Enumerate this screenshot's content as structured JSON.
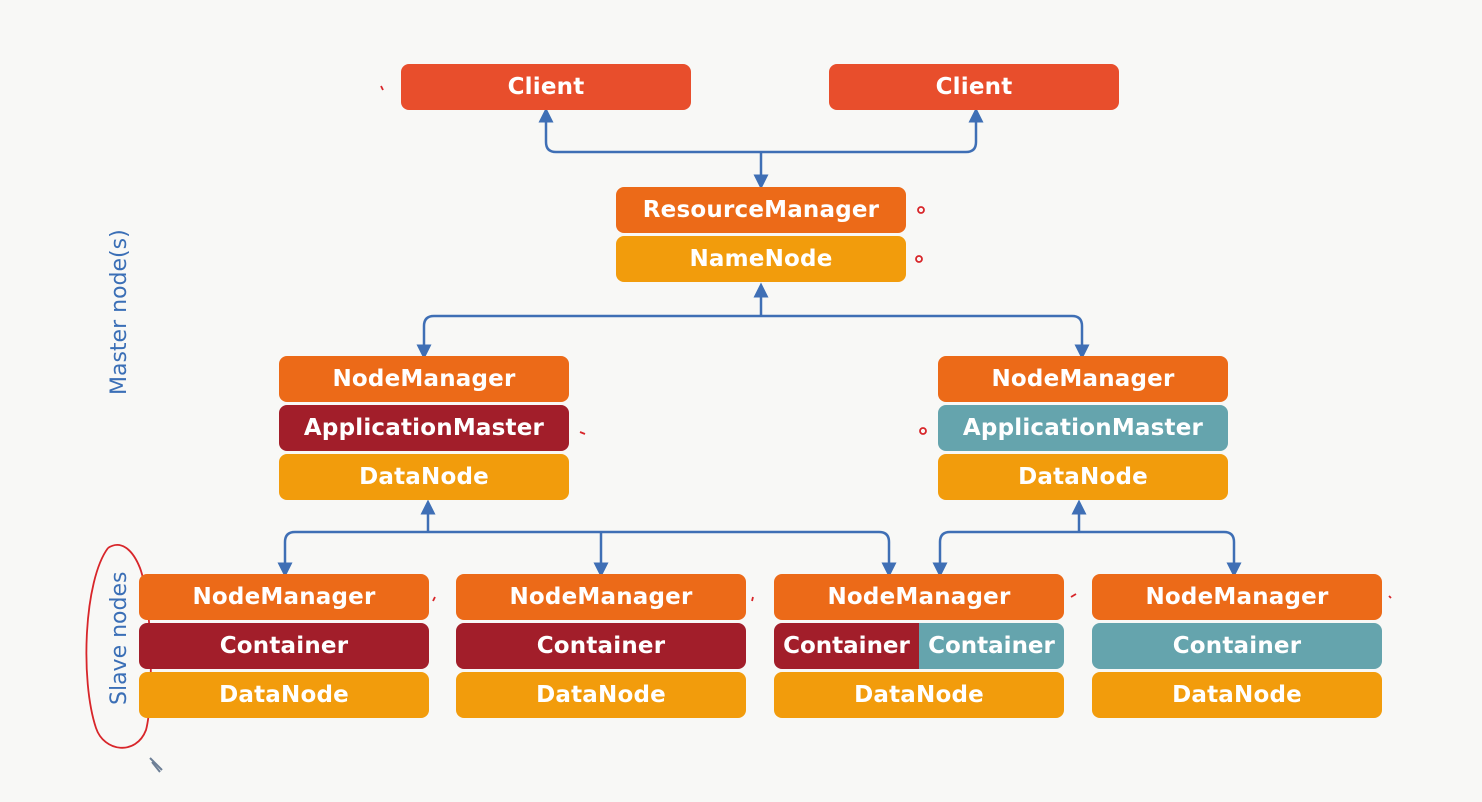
{
  "diagram": {
    "clients": [
      {
        "label": "Client"
      },
      {
        "label": "Client"
      }
    ],
    "master": {
      "resource_manager": "ResourceManager",
      "name_node": "NameNode"
    },
    "app_nodes": [
      {
        "node_manager": "NodeManager",
        "app_master": "ApplicationMaster",
        "data_node": "DataNode",
        "app_color": "#a21e2a"
      },
      {
        "node_manager": "NodeManager",
        "app_master": "ApplicationMaster",
        "data_node": "DataNode",
        "app_color": "#65a4ad"
      }
    ],
    "slave_nodes": [
      {
        "node_manager": "NodeManager",
        "containers": [
          "Container"
        ],
        "data_node": "DataNode"
      },
      {
        "node_manager": "NodeManager",
        "containers": [
          "Container"
        ],
        "data_node": "DataNode"
      },
      {
        "node_manager": "NodeManager",
        "containers": [
          "Container",
          "Container"
        ],
        "data_node": "DataNode"
      },
      {
        "node_manager": "NodeManager",
        "containers": [
          "Container"
        ],
        "data_node": "DataNode"
      }
    ],
    "side_labels": {
      "master": "Master node(s)",
      "slave": "Slave nodes"
    },
    "colors": {
      "client": "#e84e2c",
      "node_manager": "#ec6a18",
      "data_node": "#f29c0c",
      "app_one": "#a21e2a",
      "app_two": "#65a4ad",
      "connector": "#3f6fb5",
      "annotation": "#d8262a"
    }
  }
}
